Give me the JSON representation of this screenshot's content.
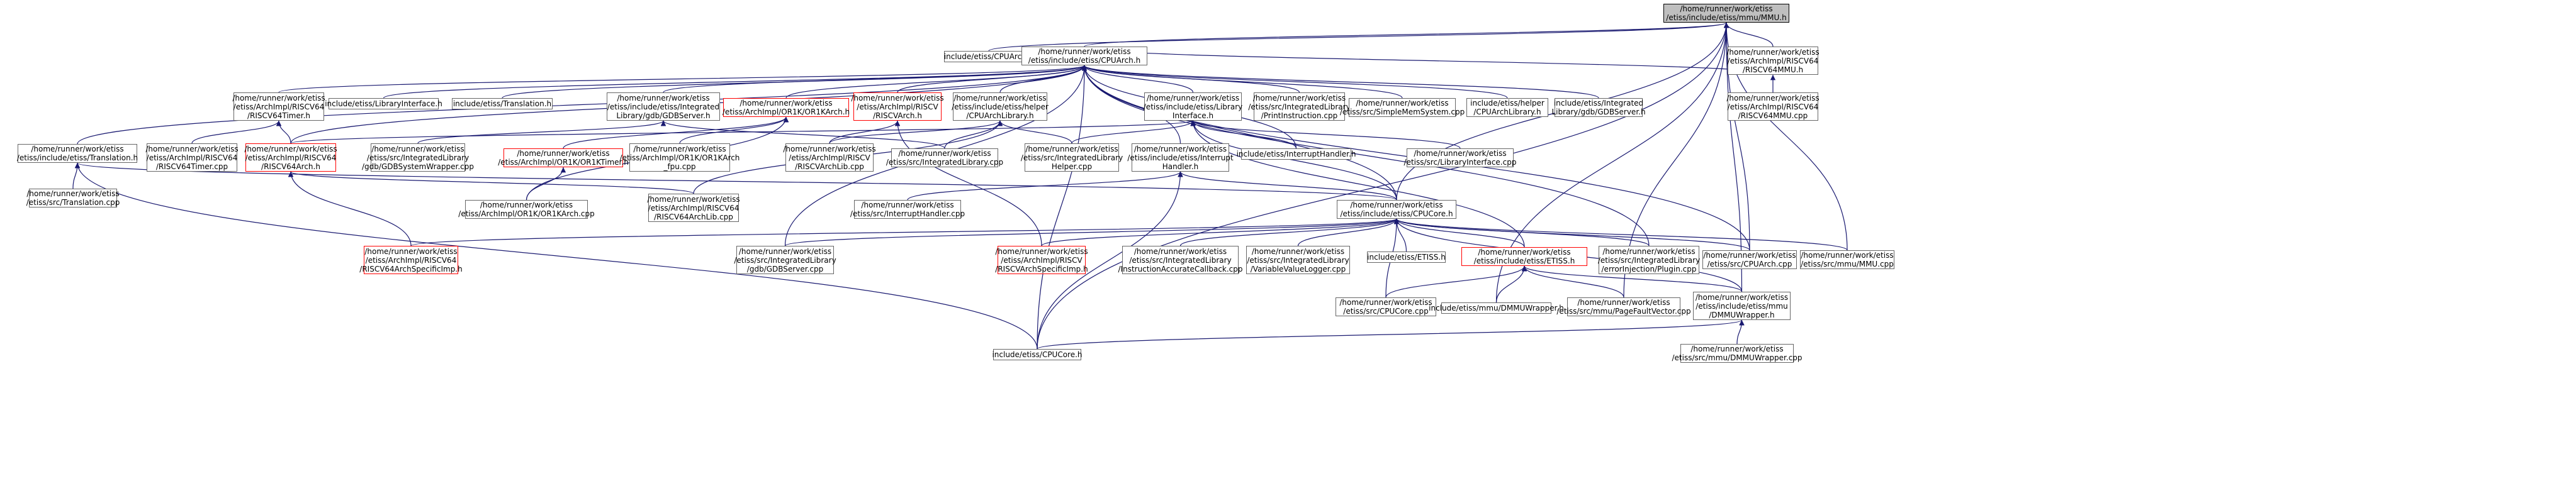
{
  "diagram": {
    "type": "include-dependency-graph",
    "colors": {
      "edge": "#191970",
      "normal_border": "#666666",
      "focus_fill": "#bfbfbf",
      "truncated_border": "#ff0000"
    },
    "nodes": [
      {
        "id": "mmu_h",
        "lines": [
          "/home/runner/work/etiss",
          "/etiss/include/etiss/mmu/MMU.h"
        ],
        "style": "focus"
      },
      {
        "id": "cpuarch_short",
        "lines": [
          "include/etiss/CPUArch.h"
        ],
        "style": "normal"
      },
      {
        "id": "cpuarch_h",
        "lines": [
          "/home/runner/work/etiss",
          "/etiss/include/etiss/CPUArch.h"
        ],
        "style": "normal"
      },
      {
        "id": "rv64mmu_h",
        "lines": [
          "/home/runner/work/etiss",
          "/etiss/ArchImpl/RISCV64",
          "/RISCV64MMU.h"
        ],
        "style": "normal"
      },
      {
        "id": "rv64mmu_cpp",
        "lines": [
          "/home/runner/work/etiss",
          "/etiss/ArchImpl/RISCV64",
          "/RISCV64MMU.cpp"
        ],
        "style": "normal"
      },
      {
        "id": "rv64timer_h",
        "lines": [
          "/home/runner/work/etiss",
          "/etiss/ArchImpl/RISCV64",
          "/RISCV64Timer.h"
        ],
        "style": "normal"
      },
      {
        "id": "libiface_short",
        "lines": [
          "include/etiss/LibraryInterface.h"
        ],
        "style": "normal"
      },
      {
        "id": "translation_short",
        "lines": [
          "include/etiss/Translation.h"
        ],
        "style": "normal"
      },
      {
        "id": "gdbserver_h",
        "lines": [
          "/home/runner/work/etiss",
          "/etiss/include/etiss/Integrated",
          "Library/gdb/GDBServer.h"
        ],
        "style": "normal"
      },
      {
        "id": "or1karch_h",
        "lines": [
          "/home/runner/work/etiss",
          "/etiss/ArchImpl/OR1K/OR1KArch.h"
        ],
        "style": "red"
      },
      {
        "id": "rvarch_h",
        "lines": [
          "/home/runner/work/etiss",
          "/etiss/ArchImpl/RISCV",
          "/RISCVArch.h"
        ],
        "style": "red"
      },
      {
        "id": "cpuarchlib_h",
        "lines": [
          "/home/runner/work/etiss",
          "/etiss/include/etiss/helper",
          "/CPUArchLibrary.h"
        ],
        "style": "normal"
      },
      {
        "id": "libiface_h",
        "lines": [
          "/home/runner/work/etiss",
          "/etiss/include/etiss/Library",
          "Interface.h"
        ],
        "style": "normal"
      },
      {
        "id": "printinstr_cpp",
        "lines": [
          "/home/runner/work/etiss",
          "/etiss/src/IntegratedLibrary",
          "/PrintInstruction.cpp"
        ],
        "style": "normal"
      },
      {
        "id": "simplemem_cpp",
        "lines": [
          "/home/runner/work/etiss",
          "/etiss/src/SimpleMemSystem.cpp"
        ],
        "style": "normal"
      },
      {
        "id": "cpuarchlib_short",
        "lines": [
          "include/etiss/helper",
          "/CPUArchLibrary.h"
        ],
        "style": "normal"
      },
      {
        "id": "gdbserver_short",
        "lines": [
          "include/etiss/Integrated",
          "Library/gdb/GDBServer.h"
        ],
        "style": "normal"
      },
      {
        "id": "translation_h",
        "lines": [
          "/home/runner/work/etiss",
          "/etiss/include/etiss/Translation.h"
        ],
        "style": "normal"
      },
      {
        "id": "rv64timer_cpp",
        "lines": [
          "/home/runner/work/etiss",
          "/etiss/ArchImpl/RISCV64",
          "/RISCV64Timer.cpp"
        ],
        "style": "normal"
      },
      {
        "id": "rv64arch_h",
        "lines": [
          "/home/runner/work/etiss",
          "/etiss/ArchImpl/RISCV64",
          "/RISCV64Arch.h"
        ],
        "style": "red"
      },
      {
        "id": "gdbsyswrap_cpp",
        "lines": [
          "/home/runner/work/etiss",
          "/etiss/src/IntegratedLibrary",
          "/gdb/GDBSystemWrapper.cpp"
        ],
        "style": "normal"
      },
      {
        "id": "or1ktimer_h",
        "lines": [
          "/home/runner/work/etiss",
          "/etiss/ArchImpl/OR1K/OR1KTimer.h"
        ],
        "style": "red"
      },
      {
        "id": "or1kfpu_cpp",
        "lines": [
          "/home/runner/work/etiss",
          "/etiss/ArchImpl/OR1K/OR1KArch",
          "_fpu.cpp"
        ],
        "style": "normal"
      },
      {
        "id": "rvarchlib_cpp",
        "lines": [
          "/home/runner/work/etiss",
          "/etiss/ArchImpl/RISCV",
          "/RISCVArchLib.cpp"
        ],
        "style": "normal"
      },
      {
        "id": "intlib_cpp",
        "lines": [
          "/home/runner/work/etiss",
          "/etiss/src/IntegratedLibrary.cpp"
        ],
        "style": "normal"
      },
      {
        "id": "intlibhelper_cpp",
        "lines": [
          "/home/runner/work/etiss",
          "/etiss/src/IntegratedLibrary",
          "Helper.cpp"
        ],
        "style": "normal"
      },
      {
        "id": "interrupthandler_h",
        "lines": [
          "/home/runner/work/etiss",
          "/etiss/include/etiss/Interrupt",
          "Handler.h"
        ],
        "style": "normal"
      },
      {
        "id": "interrupthandler_short",
        "lines": [
          "include/etiss/InterruptHandler.h"
        ],
        "style": "normal"
      },
      {
        "id": "libiface_cpp",
        "lines": [
          "/home/runner/work/etiss",
          "/etiss/src/LibraryInterface.cpp"
        ],
        "style": "normal"
      },
      {
        "id": "translation_cpp",
        "lines": [
          "/home/runner/work/etiss",
          "/etiss/src/Translation.cpp"
        ],
        "style": "normal"
      },
      {
        "id": "or1karch_cpp",
        "lines": [
          "/home/runner/work/etiss",
          "/etiss/ArchImpl/OR1K/OR1KArch.cpp"
        ],
        "style": "normal"
      },
      {
        "id": "rv64archlib_cpp",
        "lines": [
          "/home/runner/work/etiss",
          "/etiss/ArchImpl/RISCV64",
          "/RISCV64ArchLib.cpp"
        ],
        "style": "normal"
      },
      {
        "id": "interrupthandler_cpp",
        "lines": [
          "/home/runner/work/etiss",
          "/etiss/src/InterruptHandler.cpp"
        ],
        "style": "normal"
      },
      {
        "id": "cpucore_h",
        "lines": [
          "/home/runner/work/etiss",
          "/etiss/include/etiss/CPUCore.h"
        ],
        "style": "normal"
      },
      {
        "id": "rv64specific_h",
        "lines": [
          "/home/runner/work/etiss",
          "/etiss/ArchImpl/RISCV64",
          "/RISCV64ArchSpecificImp.h"
        ],
        "style": "red"
      },
      {
        "id": "gdbserver_cpp",
        "lines": [
          "/home/runner/work/etiss",
          "/etiss/src/IntegratedLibrary",
          "/gdb/GDBServer.cpp"
        ],
        "style": "normal"
      },
      {
        "id": "rvspecific_h",
        "lines": [
          "/home/runner/work/etiss",
          "/etiss/ArchImpl/RISCV",
          "/RISCVArchSpecificImp.h"
        ],
        "style": "red"
      },
      {
        "id": "instracc_cpp",
        "lines": [
          "/home/runner/work/etiss",
          "/etiss/src/IntegratedLibrary",
          "/InstructionAccurateCallback.cpp"
        ],
        "style": "normal"
      },
      {
        "id": "varlogger_cpp",
        "lines": [
          "/home/runner/work/etiss",
          "/etiss/src/IntegratedLibrary",
          "/VariableValueLogger.cpp"
        ],
        "style": "normal"
      },
      {
        "id": "etiss_short",
        "lines": [
          "include/etiss/ETISS.h"
        ],
        "style": "normal"
      },
      {
        "id": "etiss_h",
        "lines": [
          "/home/runner/work/etiss",
          "/etiss/include/etiss/ETISS.h"
        ],
        "style": "red"
      },
      {
        "id": "errorinj_cpp",
        "lines": [
          "/home/runner/work/etiss",
          "/etiss/src/IntegratedLibrary",
          "/errorInjection/Plugin.cpp"
        ],
        "style": "normal"
      },
      {
        "id": "cpuarch_cpp",
        "lines": [
          "/home/runner/work/etiss",
          "/etiss/src/CPUArch.cpp"
        ],
        "style": "normal"
      },
      {
        "id": "mmu_cpp",
        "lines": [
          "/home/runner/work/etiss",
          "/etiss/src/mmu/MMU.cpp"
        ],
        "style": "normal"
      },
      {
        "id": "cpucore_cpp",
        "lines": [
          "/home/runner/work/etiss",
          "/etiss/src/CPUCore.cpp"
        ],
        "style": "normal"
      },
      {
        "id": "dmmuwrap_short",
        "lines": [
          "include/etiss/mmu/DMMUWrapper.h"
        ],
        "style": "normal"
      },
      {
        "id": "pagefault_cpp",
        "lines": [
          "/home/runner/work/etiss",
          "/etiss/src/mmu/PageFaultVector.cpp"
        ],
        "style": "normal"
      },
      {
        "id": "dmmuwrap_h",
        "lines": [
          "/home/runner/work/etiss",
          "/etiss/include/etiss/mmu",
          "/DMMUWrapper.h"
        ],
        "style": "normal"
      },
      {
        "id": "cpucore_short",
        "lines": [
          "include/etiss/CPUCore.h"
        ],
        "style": "normal"
      },
      {
        "id": "dmmuwrap_cpp",
        "lines": [
          "/home/runner/work/etiss",
          "/etiss/src/mmu/DMMUWrapper.cpp"
        ],
        "style": "normal"
      }
    ],
    "edges": [
      [
        "mmu_h",
        "cpuarch_short"
      ],
      [
        "mmu_h",
        "cpuarch_h"
      ],
      [
        "mmu_h",
        "rv64mmu_h"
      ],
      [
        "mmu_h",
        "cpucore_h"
      ],
      [
        "mmu_h",
        "mmu_cpp"
      ],
      [
        "mmu_h",
        "dmmuwrap_short"
      ],
      [
        "mmu_h",
        "dmmuwrap_h"
      ],
      [
        "mmu_h",
        "cpucore_short"
      ],
      [
        "mmu_h",
        "cpuarch_cpp"
      ],
      [
        "mmu_h",
        "pagefault_cpp"
      ],
      [
        "rv64mmu_h",
        "rv64mmu_cpp"
      ],
      [
        "rv64mmu_h",
        "cpuarch_h"
      ],
      [
        "cpuarch_h",
        "rv64timer_h"
      ],
      [
        "cpuarch_h",
        "libiface_short"
      ],
      [
        "cpuarch_h",
        "translation_short"
      ],
      [
        "cpuarch_h",
        "gdbserver_h"
      ],
      [
        "cpuarch_h",
        "or1karch_h"
      ],
      [
        "cpuarch_h",
        "rvarch_h"
      ],
      [
        "cpuarch_h",
        "cpuarchlib_h"
      ],
      [
        "cpuarch_h",
        "libiface_h"
      ],
      [
        "cpuarch_h",
        "printinstr_cpp"
      ],
      [
        "cpuarch_h",
        "simplemem_cpp"
      ],
      [
        "cpuarch_h",
        "cpuarchlib_short"
      ],
      [
        "cpuarch_h",
        "gdbserver_short"
      ],
      [
        "cpuarch_h",
        "translation_h"
      ],
      [
        "cpuarch_h",
        "rv64arch_h"
      ],
      [
        "cpuarch_h",
        "interrupthandler_h"
      ],
      [
        "cpuarch_h",
        "interrupthandler_short"
      ],
      [
        "cpuarch_h",
        "cpucore_h"
      ],
      [
        "cpuarch_h",
        "cpuarch_cpp"
      ],
      [
        "cpuarch_h",
        "errorinj_cpp"
      ],
      [
        "cpuarch_h",
        "cpucore_short"
      ],
      [
        "cpuarch_h",
        "gdbserver_cpp"
      ],
      [
        "rv64timer_h",
        "rv64timer_cpp"
      ],
      [
        "rv64timer_h",
        "rv64arch_h"
      ],
      [
        "gdbserver_h",
        "gdbsyswrap_cpp"
      ],
      [
        "gdbserver_h",
        "intlib_cpp"
      ],
      [
        "or1karch_h",
        "or1ktimer_h"
      ],
      [
        "or1karch_h",
        "or1kfpu_cpp"
      ],
      [
        "or1karch_h",
        "or1karch_cpp"
      ],
      [
        "rvarch_h",
        "rvarchlib_cpp"
      ],
      [
        "rvarch_h",
        "rvspecific_h"
      ],
      [
        "cpuarchlib_h",
        "rvarchlib_cpp"
      ],
      [
        "cpuarchlib_h",
        "intlib_cpp"
      ],
      [
        "cpuarchlib_h",
        "intlibhelper_cpp"
      ],
      [
        "cpuarchlib_h",
        "rv64archlib_cpp"
      ],
      [
        "libiface_h",
        "intlibhelper_cpp"
      ],
      [
        "libiface_h",
        "interrupthandler_short"
      ],
      [
        "libiface_h",
        "libiface_cpp"
      ],
      [
        "libiface_h",
        "cpucore_h"
      ],
      [
        "libiface_h",
        "etiss_h"
      ],
      [
        "libiface_h",
        "rv64arch_h"
      ],
      [
        "translation_h",
        "translation_cpp"
      ],
      [
        "translation_h",
        "cpucore_h"
      ],
      [
        "translation_h",
        "cpucore_short"
      ],
      [
        "rv64arch_h",
        "rv64archlib_cpp"
      ],
      [
        "rv64arch_h",
        "rv64specific_h"
      ],
      [
        "or1ktimer_h",
        "or1karch_cpp"
      ],
      [
        "interrupthandler_h",
        "interrupthandler_cpp"
      ],
      [
        "interrupthandler_h",
        "cpucore_h"
      ],
      [
        "interrupthandler_h",
        "cpucore_short"
      ],
      [
        "cpucore_h",
        "rv64specific_h"
      ],
      [
        "cpucore_h",
        "gdbserver_cpp"
      ],
      [
        "cpucore_h",
        "rvspecific_h"
      ],
      [
        "cpucore_h",
        "instracc_cpp"
      ],
      [
        "cpucore_h",
        "varlogger_cpp"
      ],
      [
        "cpucore_h",
        "etiss_short"
      ],
      [
        "cpucore_h",
        "etiss_h"
      ],
      [
        "cpucore_h",
        "errorinj_cpp"
      ],
      [
        "cpucore_h",
        "cpuarch_cpp"
      ],
      [
        "cpucore_h",
        "mmu_cpp"
      ],
      [
        "cpucore_h",
        "cpucore_cpp"
      ],
      [
        "cpucore_h",
        "dmmuwrap_h"
      ],
      [
        "etiss_h",
        "cpucore_cpp"
      ],
      [
        "etiss_h",
        "dmmuwrap_short"
      ],
      [
        "etiss_h",
        "pagefault_cpp"
      ],
      [
        "etiss_h",
        "dmmuwrap_h"
      ],
      [
        "dmmuwrap_h",
        "dmmuwrap_cpp"
      ],
      [
        "dmmuwrap_h",
        "cpucore_short"
      ]
    ]
  }
}
